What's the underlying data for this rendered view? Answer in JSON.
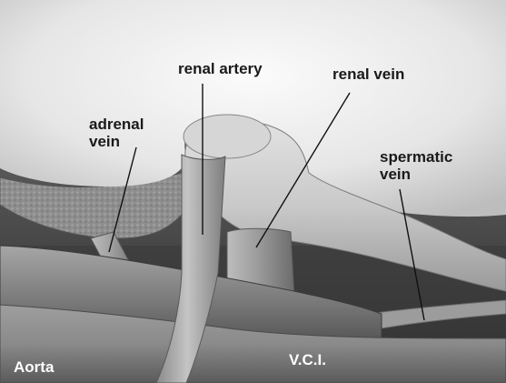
{
  "labels": {
    "renal_artery": "renal artery",
    "renal_vein": "renal vein",
    "adrenal_vein_line1": "adrenal",
    "adrenal_vein_line2": "vein",
    "spermatic_vein_line1": "spermatic",
    "spermatic_vein_line2": "vein",
    "aorta": "Aorta",
    "vci": "V.C.I."
  },
  "colors": {
    "background": "#2e2e2e",
    "kidney": "#e8e8e8",
    "vessel": "#8c8c8c",
    "leader_line": "#111111",
    "dark_label": "#1a1a1a",
    "light_label": "#ffffff"
  }
}
